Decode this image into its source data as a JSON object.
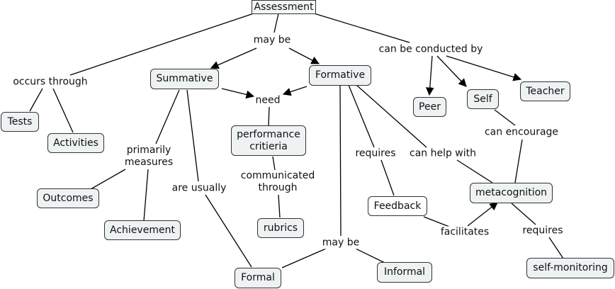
{
  "concepts": {
    "assessment": "Assessment",
    "summative": "Summative",
    "formative": "Formative",
    "tests": "Tests",
    "activities": "Activities",
    "performance_criteria": "performance critieria",
    "peer": "Peer",
    "self": "Self",
    "teacher": "Teacher",
    "outcomes": "Outcomes",
    "achievement": "Achievement",
    "rubrics": "rubrics",
    "feedback": "Feedback",
    "metacognition": "metacognition",
    "formal": "Formal",
    "informal": "Informal",
    "self_monitoring": "self-monitoring"
  },
  "links": {
    "may_be_top": "may be",
    "can_be_conducted_by": "can be conducted by",
    "occurs_through": "occurs through",
    "need": "need",
    "primarily_measures": "primarily measures",
    "are_usually": "are usually",
    "communicated_through": "communicated through",
    "requires_feedback": "requires",
    "can_help_with": "can help with",
    "can_encourage": "can encourage",
    "may_be_bottom": "may be",
    "facilitates": "facilitates",
    "requires_monitoring": "requires"
  }
}
